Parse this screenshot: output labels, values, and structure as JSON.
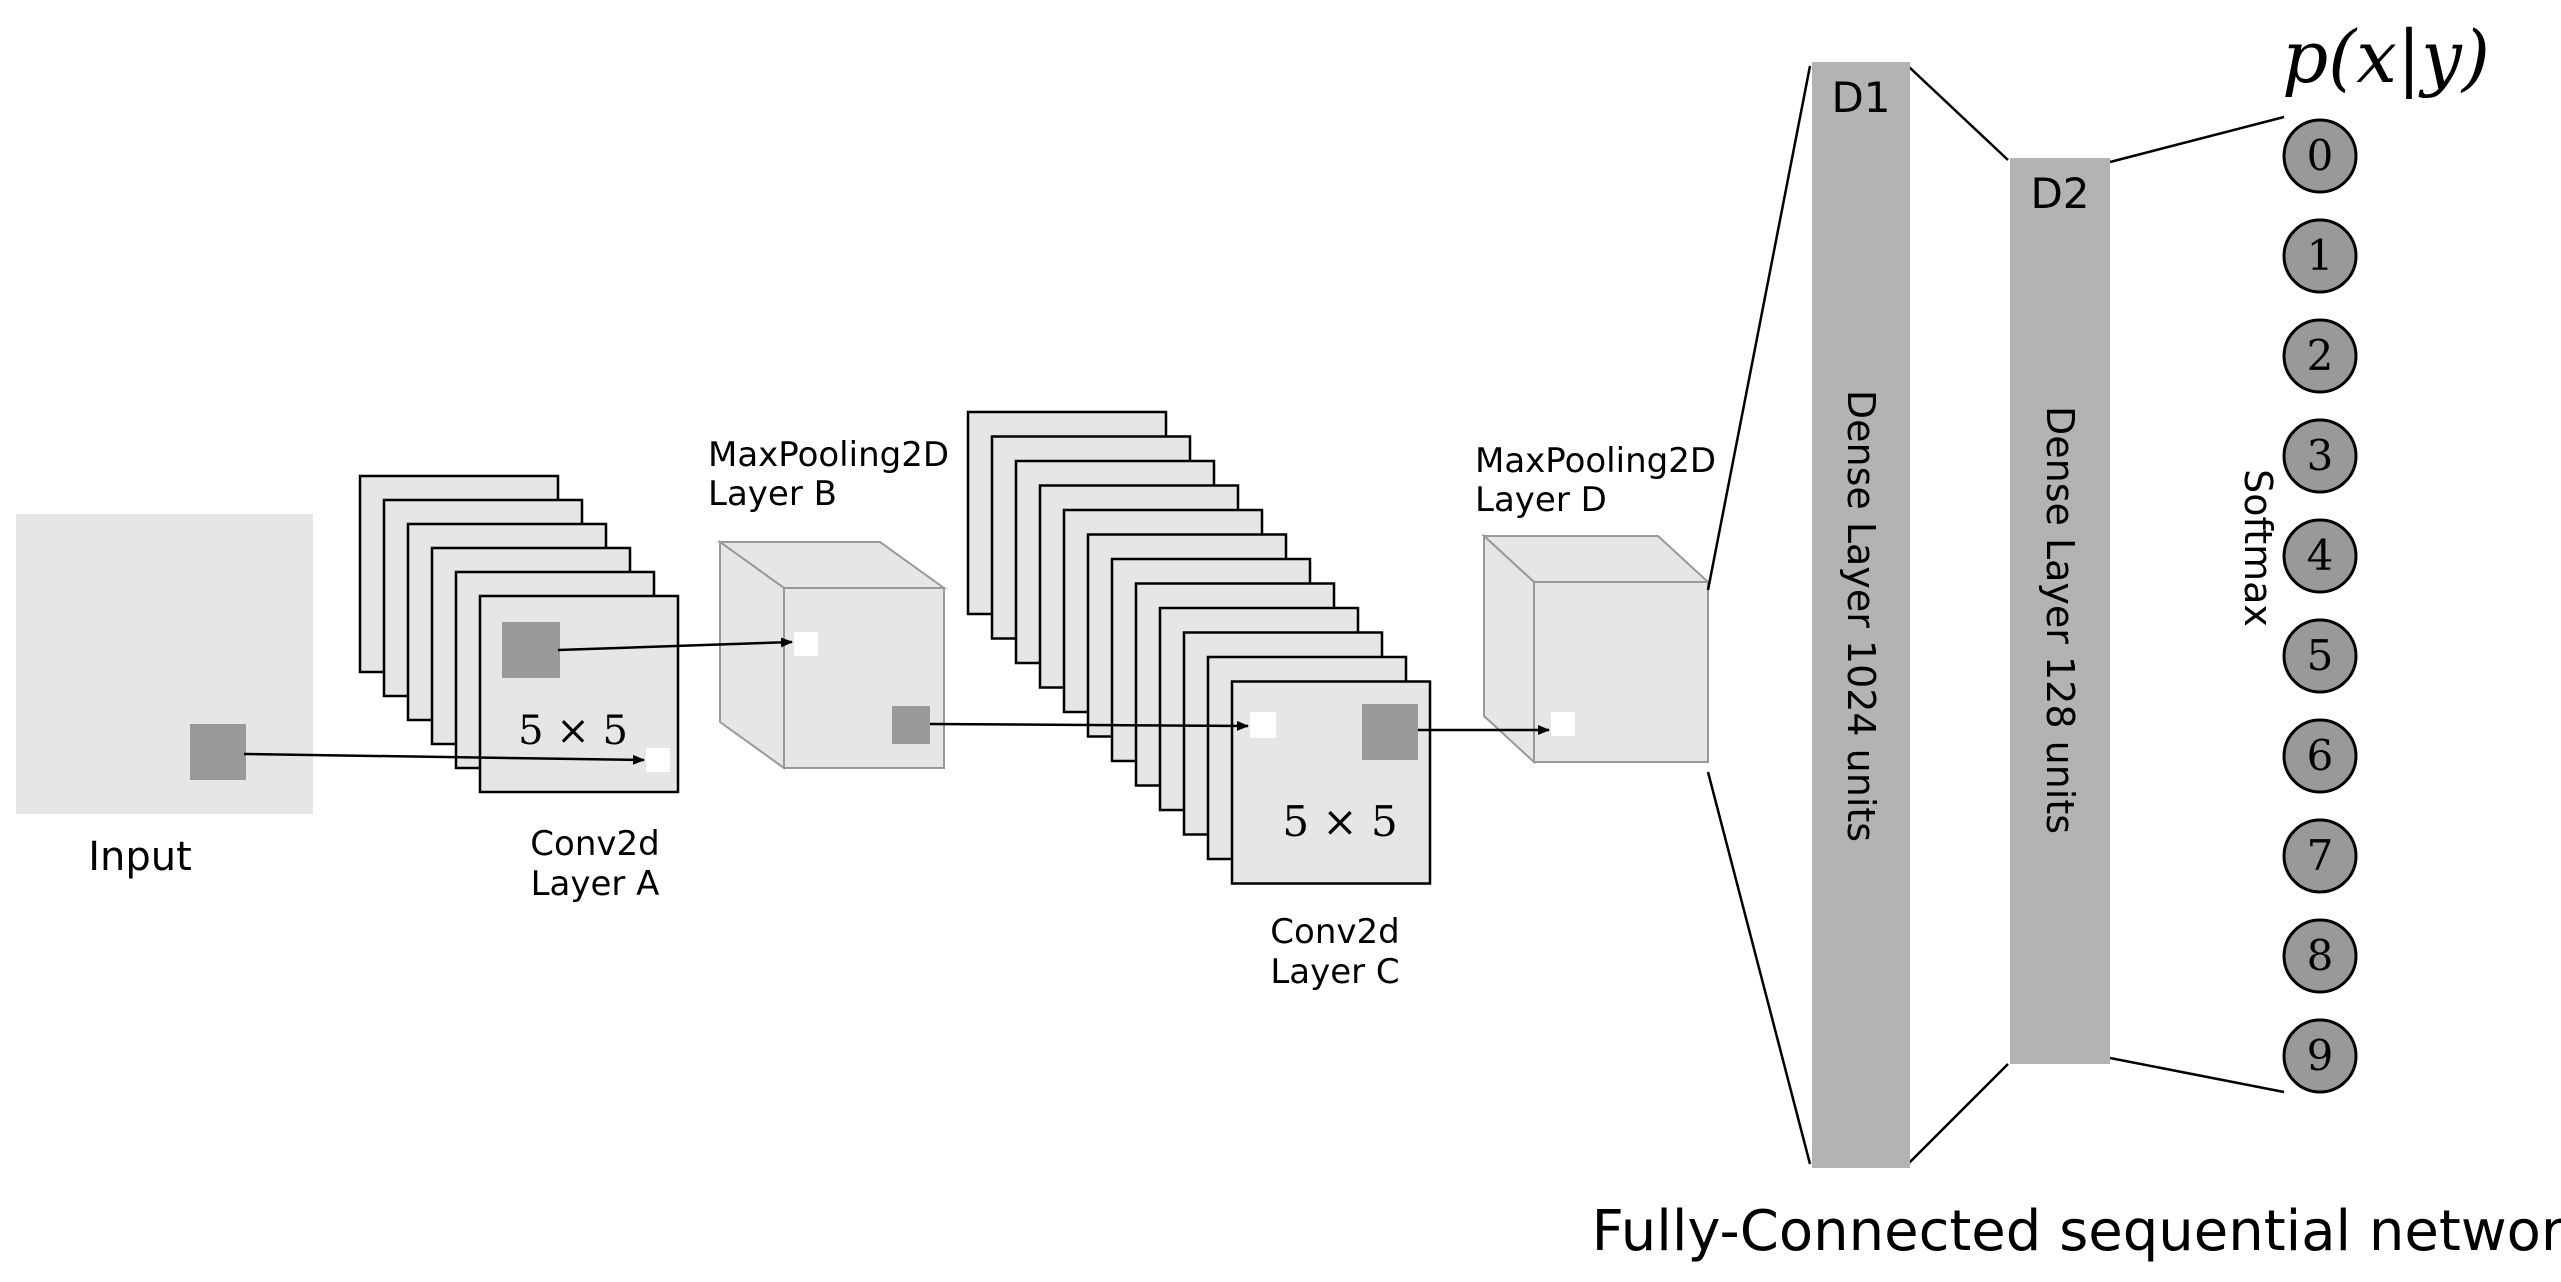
{
  "input": {
    "label": "Input"
  },
  "conv_a": {
    "label_line1": "Conv2d",
    "label_line2": "Layer A",
    "kernel": "5 × 5"
  },
  "pool_b": {
    "label_line1": "MaxPooling2D",
    "label_line2": "Layer B"
  },
  "conv_c": {
    "label_line1": "Conv2d",
    "label_line2": "Layer C",
    "kernel": "5 × 5"
  },
  "pool_d": {
    "label_line1": "MaxPooling2D",
    "label_line2": "Layer D"
  },
  "dense_d1": {
    "tag": "D1",
    "text": "Dense Layer 1024 units"
  },
  "dense_d2": {
    "tag": "D2",
    "text": "Dense Layer 128 units"
  },
  "softmax": {
    "label": "Softmax",
    "output_label": "p(x|y)",
    "nodes": [
      "0",
      "1",
      "2",
      "3",
      "4",
      "5",
      "6",
      "7",
      "8",
      "9"
    ]
  },
  "caption": "Fully-Connected sequential network",
  "colors": {
    "light_fill": "#e6e6e6",
    "dark_patch": "#999999",
    "dense_bar": "#b3b3b3",
    "node_fill": "#999999"
  }
}
